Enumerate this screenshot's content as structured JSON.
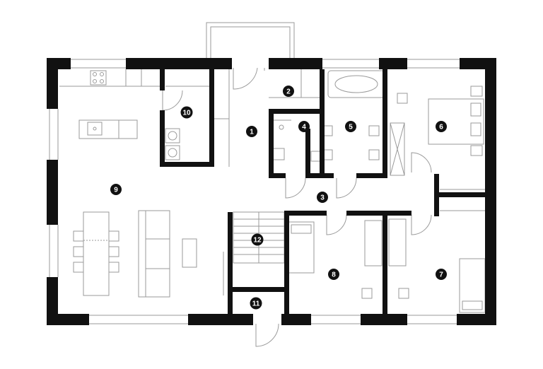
{
  "room_labels": {
    "r1": "1",
    "r2": "2",
    "r3": "3",
    "r4": "4",
    "r5": "5",
    "r6": "6",
    "r7": "7",
    "r8": "8",
    "r9": "9",
    "r10": "10",
    "r11": "11",
    "r12": "12"
  },
  "colors": {
    "wall": "#111111",
    "line": "#9a9a9a",
    "badge": "#111111",
    "badge_text": "#ffffff"
  }
}
